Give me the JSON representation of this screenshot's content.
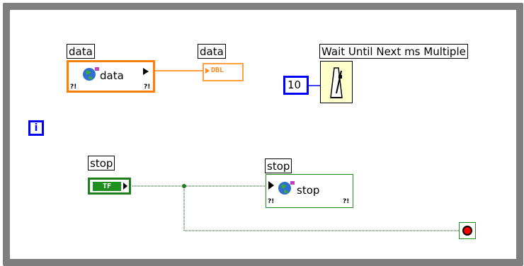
{
  "labels": {
    "shared_var_data": "data",
    "indicator_data": "data",
    "wait_function": "Wait Until Next ms Multiple",
    "control_stop": "stop",
    "shared_var_stop": "stop"
  },
  "nodes": {
    "shared_var_data_text": "data",
    "shared_var_stop_text": "stop",
    "dbl_indicator_text": "DBL",
    "numeric_constant": "10",
    "iteration_terminal": "i",
    "boolean_control_text": "TF"
  },
  "colors": {
    "frame": "#7f7f7f",
    "numeric_wire": "#ff7f00",
    "integer_wire": "#0000ff",
    "boolean_wire": "#1f7f1f"
  }
}
